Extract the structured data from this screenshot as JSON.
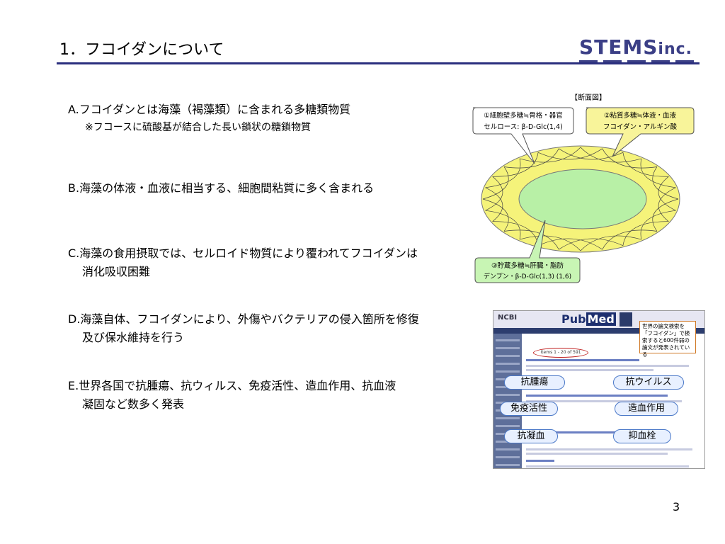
{
  "slide": {
    "title": "1．フコイダンについて",
    "page_number": "3",
    "accent_color": "#2b2f7e"
  },
  "logo": {
    "text": "STEMS",
    "suffix": "inc."
  },
  "items": [
    {
      "line1": "A.フコイダンとは海藻（褐藻類）に含まれる多糖類物質",
      "note": "※フコースに硫酸基が結合した長い鎖状の糖鎖物質"
    },
    {
      "line1": "B.海藻の体液・血液に相当する、細胞間粘質に多く含まれる"
    },
    {
      "line1": "C.海藻の食用摂取では、セルロイド物質により覆われてフコイダンは",
      "line2": "消化吸収困難"
    },
    {
      "line1": "D.海藻自体、フコイダンにより、外傷やバクテリアの侵入箇所を修復",
      "line2": "及び保水維持を行う"
    },
    {
      "line1": "E.世界各国で抗腫瘍、抗ウィルス、免疫活性、造血作用、抗血液",
      "line2": "凝固など数多く発表"
    }
  ],
  "diagram": {
    "title": "【断面図】",
    "callout1": {
      "line1": "①細胞壁多糖≒骨格・器官",
      "line2": "セルロース: β-D-Glc(1,4)"
    },
    "callout2": {
      "line1": "②粘質多糖≒体液・血液",
      "line2": "フコイダン・アルギン酸"
    },
    "callout3": {
      "line1": "③貯蔵多糖≒肝臓・脂肪",
      "line2": "デンプン・β-D-Glc(1,3) (1,6)"
    },
    "ring_color": "#f5f37a",
    "core_color": "#b8f0a6"
  },
  "pubmed": {
    "ncbi": "NCBI",
    "logo_left": "Pub",
    "logo_right": "Med",
    "count_text": "Items 1 - 20 of 591",
    "callout": "世界の論文検索を「フコイダン」で検索すると600件弱の論文が発表されている",
    "tags": [
      "抗腫瘍",
      "抗ウイルス",
      "免疫活性",
      "造血作用",
      "抗凝血",
      "抑血栓"
    ]
  }
}
